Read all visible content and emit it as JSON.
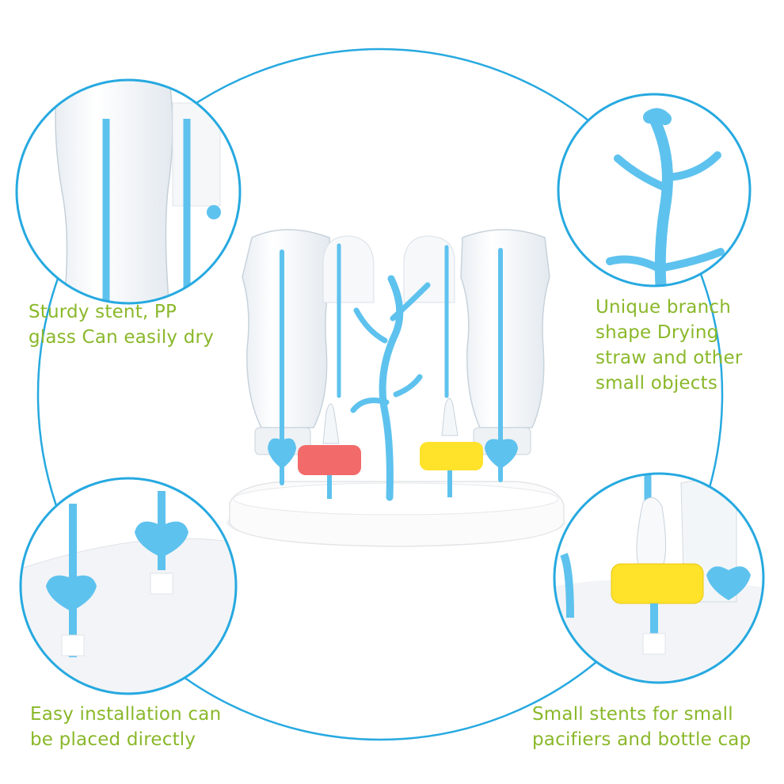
{
  "colors": {
    "ring": "#26a9e0",
    "caption": "#8ab82a",
    "plastic_blue": "#5ec2ee",
    "cap_red": "#f26a6a",
    "cap_yellow": "#ffe22a",
    "tray": "#f4f5f7"
  },
  "captions": {
    "top_left": [
      "Sturdy stent, PP",
      "glass Can easily dry"
    ],
    "top_right": [
      "Unique branch",
      "shape Drying",
      "straw and other",
      "small objects"
    ],
    "bottom_left": [
      "Easy installation can",
      "be placed directly"
    ],
    "bottom_right": [
      "Small stents for small",
      "pacifiers and bottle cap"
    ]
  },
  "icons": {
    "main": "bottle-drying-rack-image",
    "detail_tl": "bottle-closeup-image",
    "detail_tr": "branch-closeup-image",
    "detail_bl": "base-closeup-image",
    "detail_br": "pacifier-closeup-image"
  }
}
